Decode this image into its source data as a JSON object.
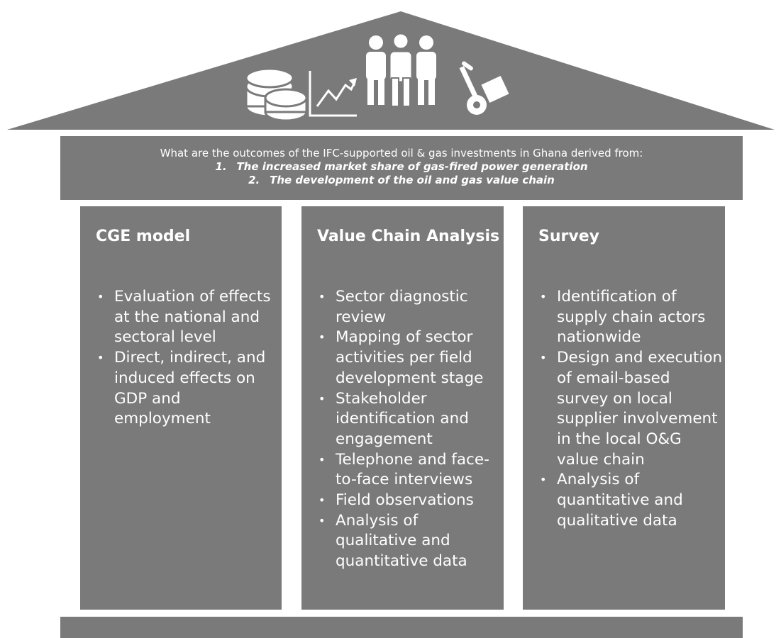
{
  "roof": {
    "icons": [
      "coins-icon",
      "growth-chart-icon",
      "people-group-icon",
      "hand-truck-icon"
    ]
  },
  "question": {
    "text": "What are the outcomes of the IFC-supported oil & gas investments in Ghana derived from:",
    "items": [
      {
        "num": "1.",
        "text": "The increased market share of gas-fired power generation"
      },
      {
        "num": "2.",
        "text": "The development of the oil and gas value chain"
      }
    ]
  },
  "pillars": [
    {
      "title": "CGE model",
      "bullets": [
        "Evaluation of effects at the national and sectoral level",
        "Direct, indirect, and induced effects on GDP and employment"
      ]
    },
    {
      "title": "Value Chain Analysis",
      "bullets": [
        "Sector diagnostic review",
        "Mapping of sector activities per field development stage",
        "Stakeholder identification and engagement",
        "Telephone and face-to-face interviews",
        "Field observations",
        "Analysis of qualitative and quantitative data"
      ]
    },
    {
      "title": "Survey",
      "bullets": [
        "Identification of supply chain actors nationwide",
        "Design and execution of email-based survey on local supplier involvement in the local O&G value chain",
        "Analysis of quantitative and qualitative data"
      ]
    }
  ],
  "colors": {
    "fill": "#7a7a7a",
    "text": "#ffffff",
    "background": "#ffffff"
  }
}
